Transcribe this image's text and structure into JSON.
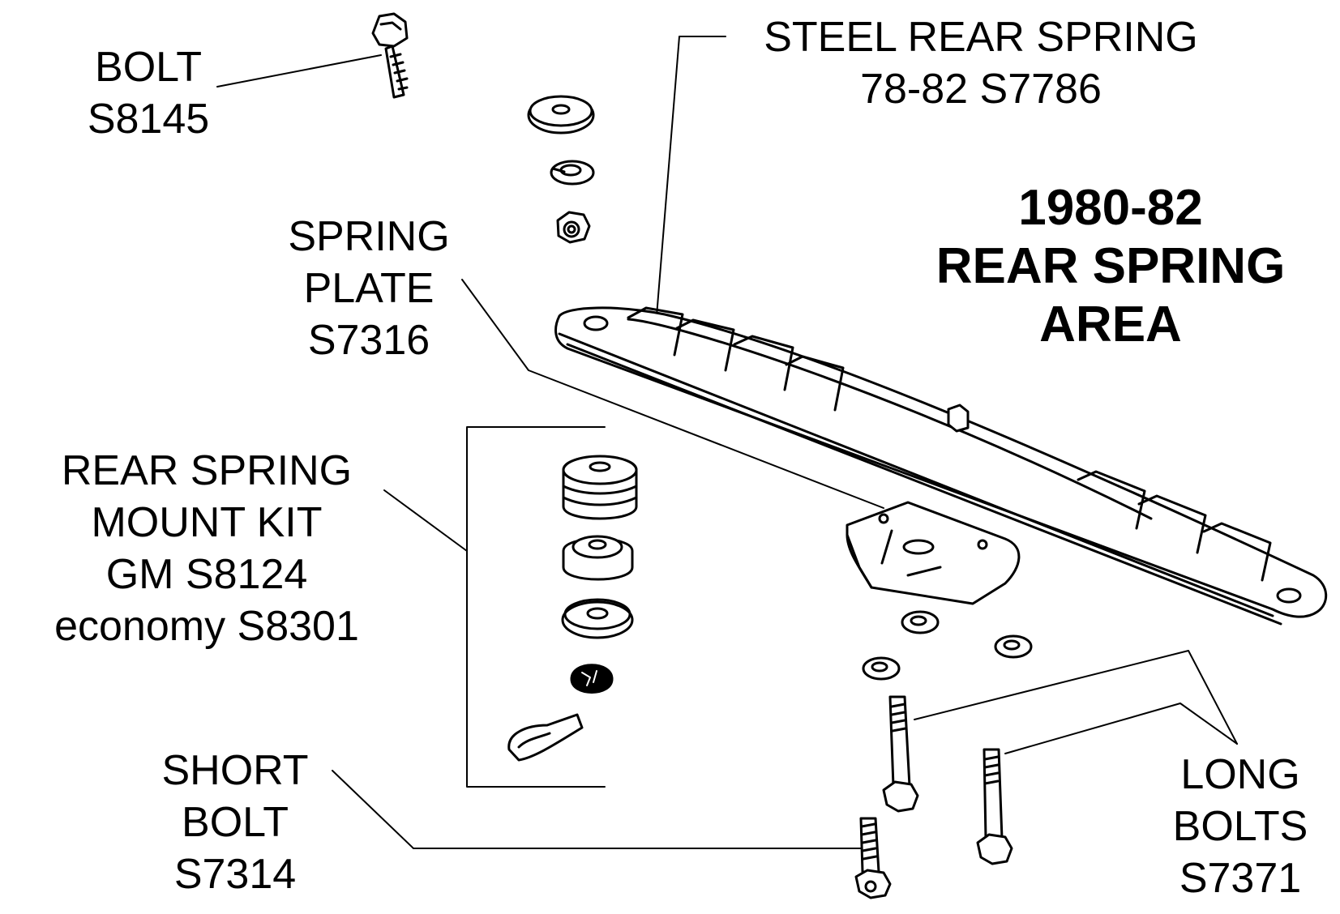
{
  "title": {
    "line1": "1980-82",
    "line2": "REAR SPRING",
    "line3": "AREA"
  },
  "labels": {
    "bolt": {
      "line1": "BOLT",
      "line2": "S8145"
    },
    "steel_rear_spring": {
      "line1": "STEEL REAR SPRING",
      "line2": "78-82  S7786"
    },
    "spring_plate": {
      "line1": "SPRING",
      "line2": "PLATE",
      "line3": "S7316"
    },
    "mount_kit": {
      "line1": "REAR SPRING",
      "line2": "MOUNT KIT",
      "line3": "GM  S8124",
      "line4": "economy S8301"
    },
    "short_bolt": {
      "line1": "SHORT",
      "line2": "BOLT",
      "line3": "S7314"
    },
    "long_bolts": {
      "line1": "LONG",
      "line2": "BOLTS",
      "line3": "S7371"
    }
  },
  "colors": {
    "ink": "#000000",
    "paper": "#ffffff"
  }
}
